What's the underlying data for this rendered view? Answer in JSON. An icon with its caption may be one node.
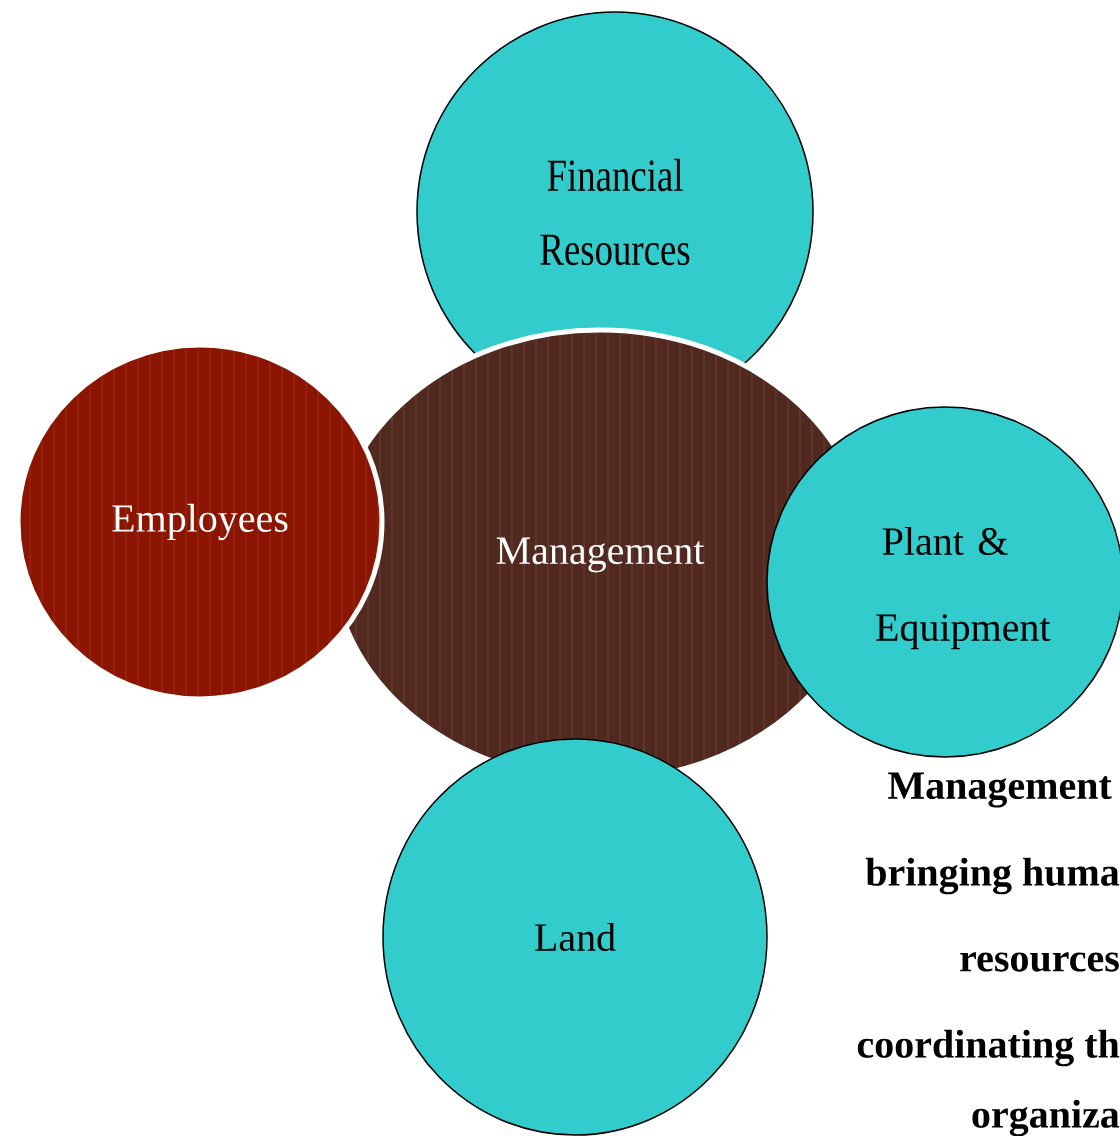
{
  "diagram": {
    "nodes": [
      {
        "text": [
          "Financial Resources"
        ]
      },
      {
        "text": [
          "Employees"
        ]
      },
      {
        "text": [
          "Management"
        ]
      },
      {
        "text": [
          "Plant & Equipment"
        ]
      },
      {
        "text": [
          "Land"
        ]
      }
    ],
    "labels": [
      "Management",
      "bringing huma",
      "resources",
      "coordinating th",
      "organiza"
    ]
  }
}
